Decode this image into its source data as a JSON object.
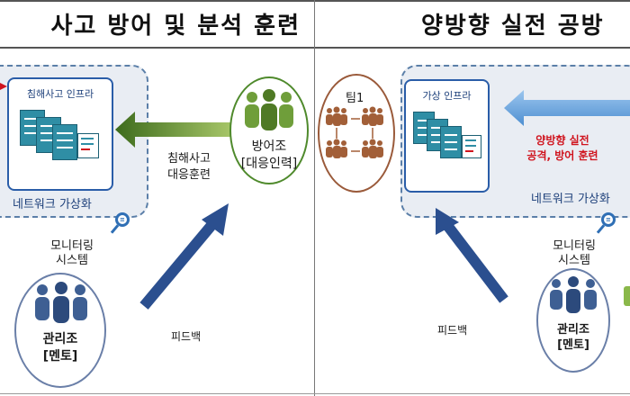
{
  "left_panel": {
    "title": "사고 방어 및 분석 훈련",
    "infra_label": "침해사고 인프라",
    "network_label": "네트워크 가상화",
    "arrow_label_line1": "침해사고",
    "arrow_label_line2": "대응훈련",
    "defense_line1": "방어조",
    "defense_line2": "[대응인력]",
    "monitor_line1": "모니터링",
    "monitor_line2": "시스템",
    "manager_line1": "관리조",
    "manager_line2": "[멘토]",
    "feedback_label": "피드백"
  },
  "right_panel": {
    "title": "양방향 실전 공방",
    "team_label": "팀1",
    "infra_label": "가상 인프라",
    "battle_line1": "양방향 실전",
    "battle_line2": "공격, 방어 훈련",
    "network_label": "네트워크 가상화",
    "monitor_line1": "모니터링",
    "monitor_line2": "시스템",
    "manager_line1": "관리조",
    "manager_line2": "[멘토]",
    "feedback_label": "피드백"
  },
  "colors": {
    "accent_blue": "#2a5da8",
    "green": "#5a8a2c",
    "brown": "#9a5a3a",
    "red": "#d0141e",
    "server": "#2f8ea5"
  }
}
